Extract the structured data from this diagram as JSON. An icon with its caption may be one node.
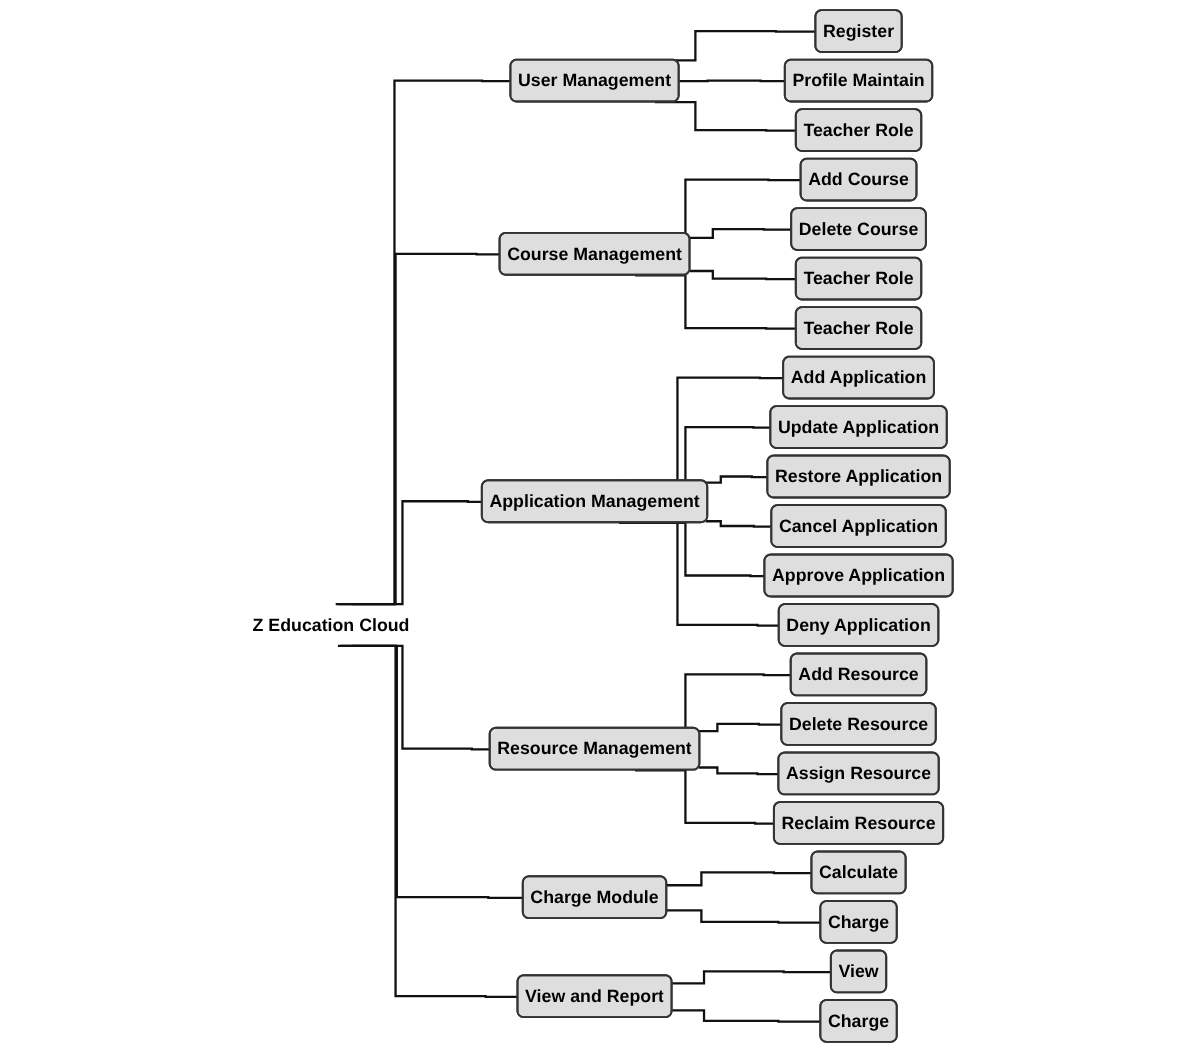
{
  "diagram": {
    "nodes": [
      {
        "text": [
          "Z Education Cloud"
        ]
      },
      {
        "text": [
          "User Management"
        ]
      },
      {
        "text": [
          "Register"
        ]
      },
      {
        "text": [
          "Profile Maintain"
        ]
      },
      {
        "text": [
          "Teacher Role"
        ]
      },
      {
        "text": [
          "Course Management"
        ]
      },
      {
        "text": [
          "Add Course"
        ]
      },
      {
        "text": [
          "Delete Course"
        ]
      },
      {
        "text": [
          "Teacher Role"
        ]
      },
      {
        "text": [
          "Teacher Role"
        ]
      },
      {
        "text": [
          "Application Management"
        ]
      },
      {
        "text": [
          "Add Application"
        ]
      },
      {
        "text": [
          "Update Application"
        ]
      },
      {
        "text": [
          "Restore Application"
        ]
      },
      {
        "text": [
          "Cancel Application"
        ]
      },
      {
        "text": [
          "Approve Application"
        ]
      },
      {
        "text": [
          "Deny Application"
        ]
      },
      {
        "text": [
          "Resource Management"
        ]
      },
      {
        "text": [
          "Add Resource"
        ]
      },
      {
        "text": [
          "Delete Resource"
        ]
      },
      {
        "text": [
          "Assign Resource"
        ]
      },
      {
        "text": [
          "Reclaim Resource"
        ]
      },
      {
        "text": [
          "Charge Module"
        ]
      },
      {
        "text": [
          "Calculate"
        ]
      },
      {
        "text": [
          "Charge"
        ]
      },
      {
        "text": [
          "View and Report"
        ]
      },
      {
        "text": [
          "View"
        ]
      },
      {
        "text": [
          "Charge"
        ]
      }
    ],
    "edges": [
      {
        "from": 0,
        "to": 1,
        "arrow": "none"
      },
      {
        "from": 0,
        "to": 5,
        "arrow": "none"
      },
      {
        "from": 0,
        "to": 10,
        "arrow": "none"
      },
      {
        "from": 0,
        "to": 17,
        "arrow": "none"
      },
      {
        "from": 0,
        "to": 22,
        "arrow": "none"
      },
      {
        "from": 0,
        "to": 25,
        "arrow": "none"
      },
      {
        "from": 1,
        "to": 2,
        "arrow": "none"
      },
      {
        "from": 1,
        "to": 3,
        "arrow": "none"
      },
      {
        "from": 1,
        "to": 4,
        "arrow": "none"
      },
      {
        "from": 5,
        "to": 6,
        "arrow": "none"
      },
      {
        "from": 5,
        "to": 7,
        "arrow": "none"
      },
      {
        "from": 5,
        "to": 8,
        "arrow": "none"
      },
      {
        "from": 5,
        "to": 9,
        "arrow": "none"
      },
      {
        "from": 10,
        "to": 11,
        "arrow": "none"
      },
      {
        "from": 10,
        "to": 12,
        "arrow": "none"
      },
      {
        "from": 10,
        "to": 13,
        "arrow": "none"
      },
      {
        "from": 10,
        "to": 14,
        "arrow": "none"
      },
      {
        "from": 10,
        "to": 15,
        "arrow": "none"
      },
      {
        "from": 10,
        "to": 16,
        "arrow": "none"
      },
      {
        "from": 17,
        "to": 18,
        "arrow": "none"
      },
      {
        "from": 17,
        "to": 19,
        "arrow": "none"
      },
      {
        "from": 17,
        "to": 20,
        "arrow": "none"
      },
      {
        "from": 17,
        "to": 21,
        "arrow": "none"
      },
      {
        "from": 22,
        "to": 23,
        "arrow": "none"
      },
      {
        "from": 22,
        "to": 24,
        "arrow": "none"
      },
      {
        "from": 25,
        "to": 26,
        "arrow": "none"
      },
      {
        "from": 25,
        "to": 27,
        "arrow": "none"
      }
    ]
  }
}
